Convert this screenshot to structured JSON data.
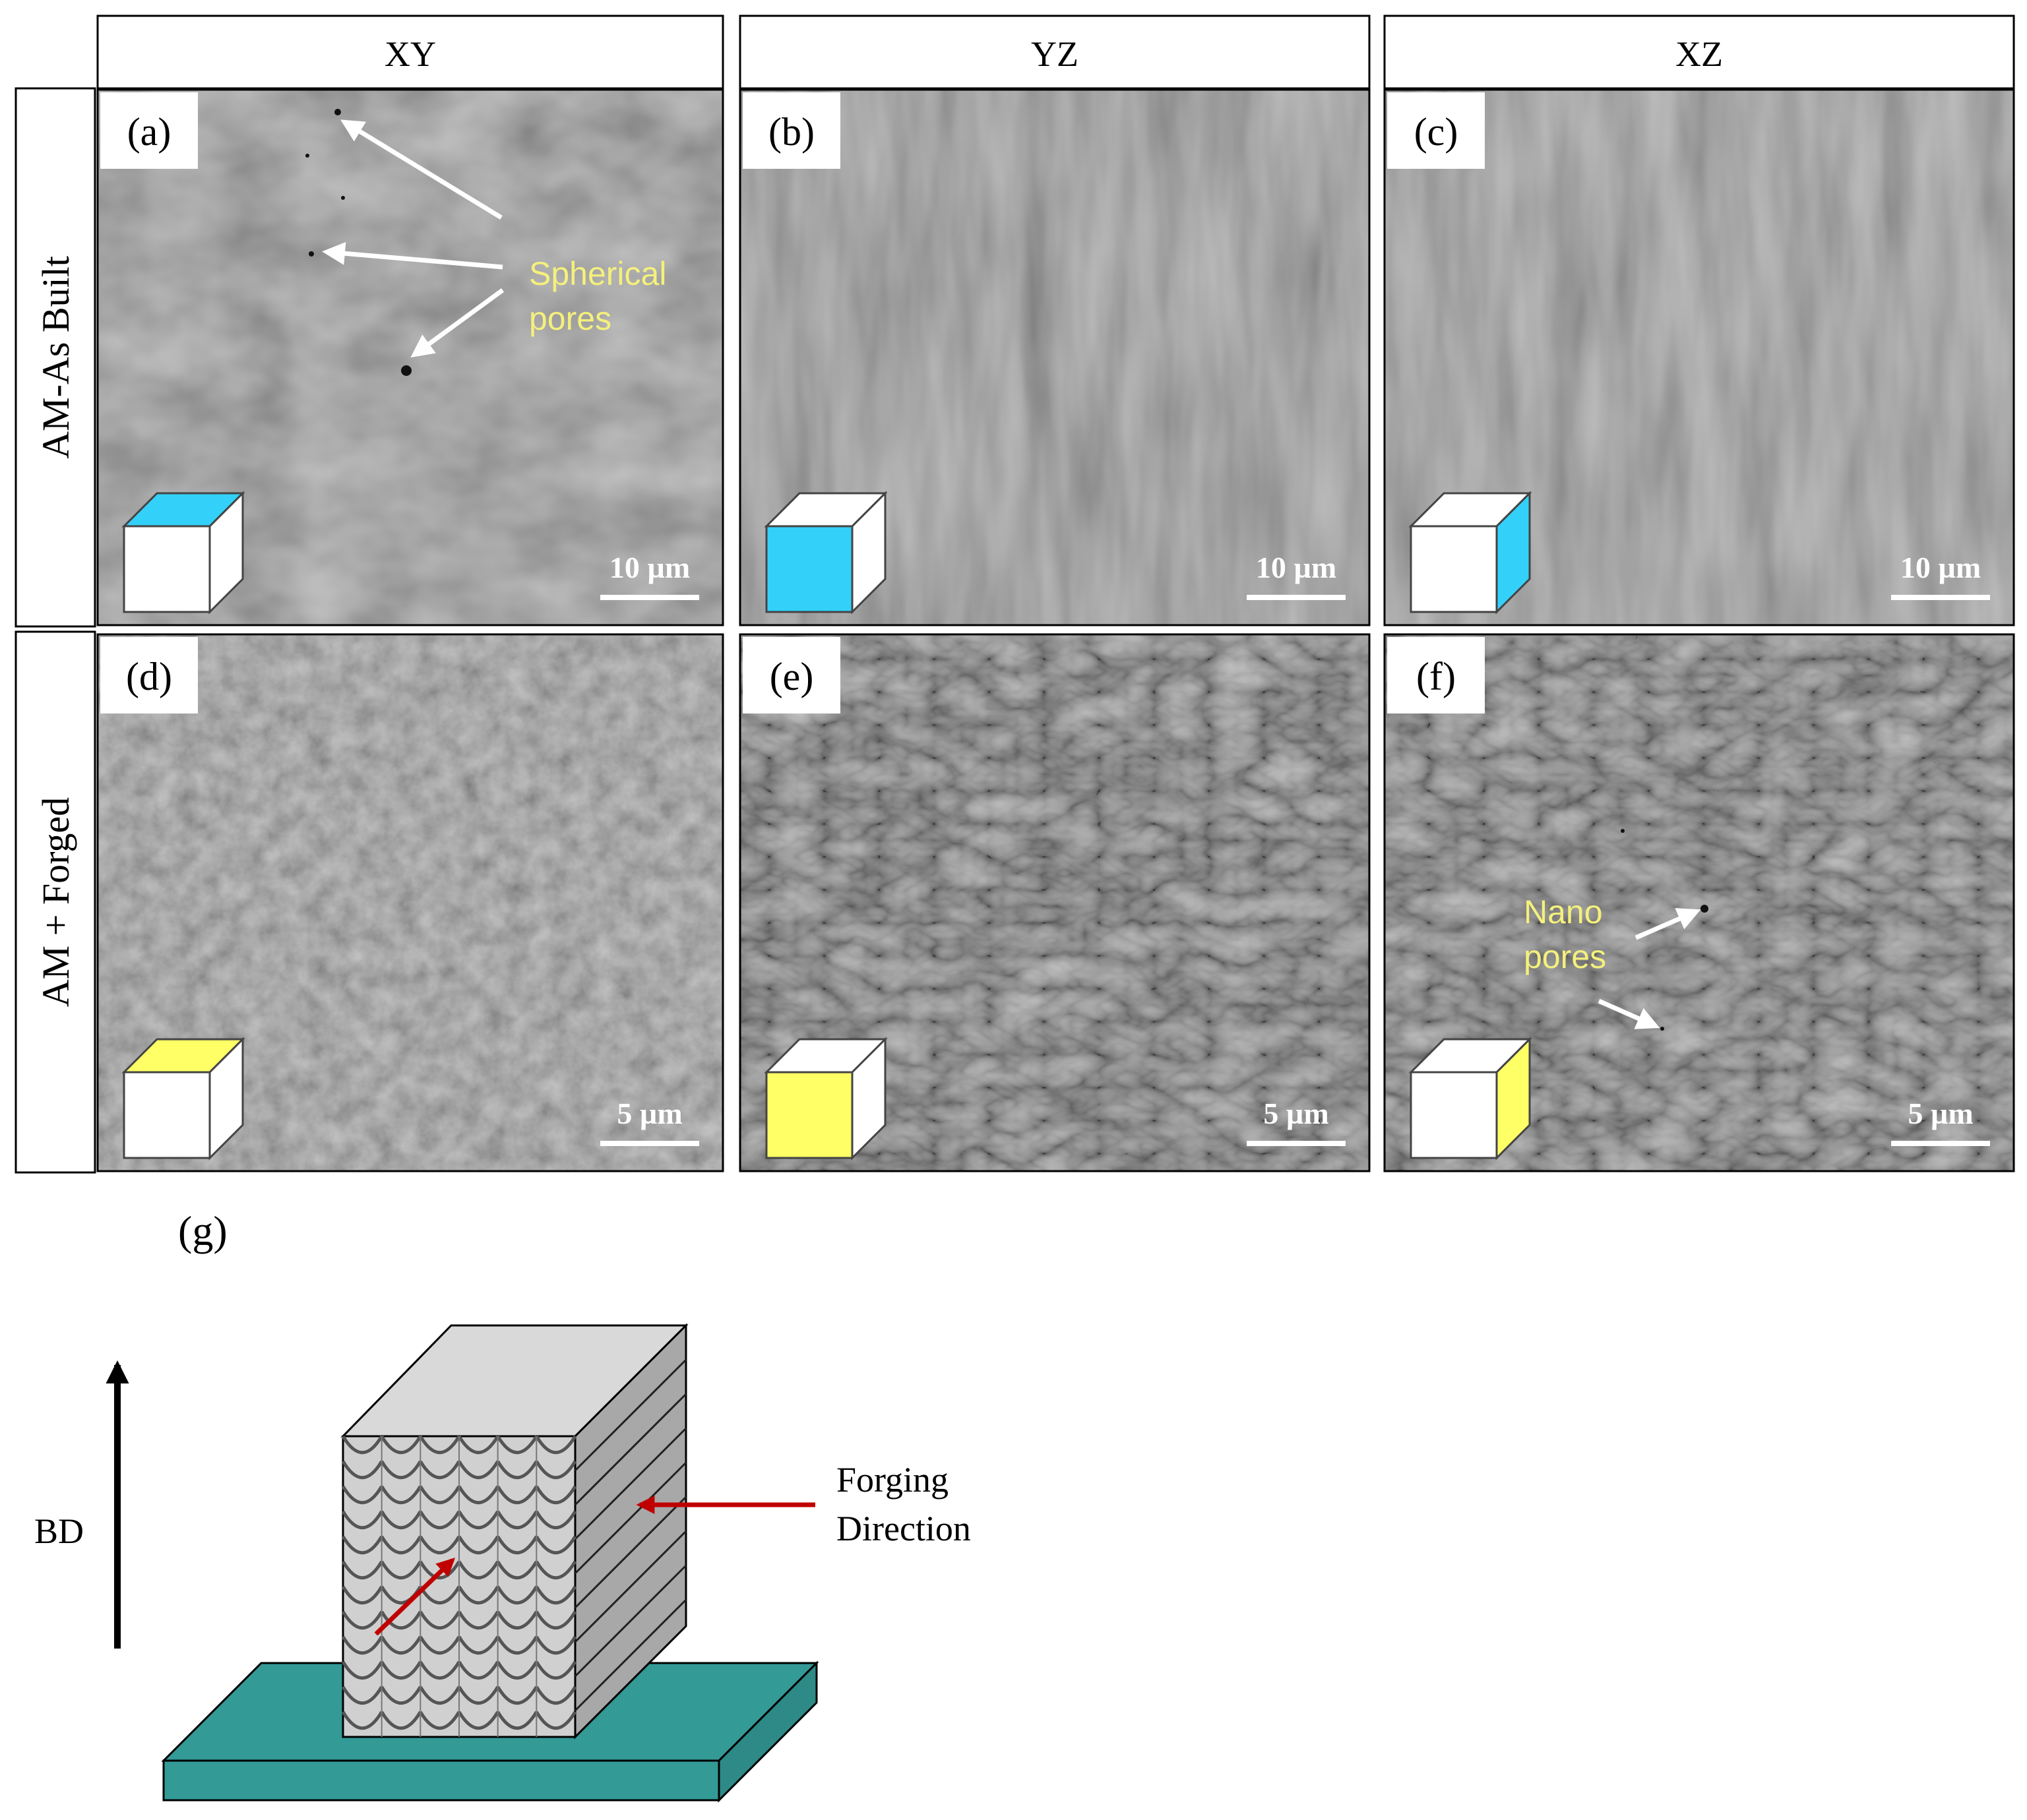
{
  "columns": [
    "XY",
    "YZ",
    "XZ"
  ],
  "rows": [
    "AM-As Built",
    "AM + Forged"
  ],
  "panels": [
    {
      "label": "(a)",
      "scale": "10 µm",
      "cube_face": "top",
      "cube_color": "#33d1fa"
    },
    {
      "label": "(b)",
      "scale": "10 µm",
      "cube_face": "front",
      "cube_color": "#33d1fa"
    },
    {
      "label": "(c)",
      "scale": "10 µm",
      "cube_face": "side",
      "cube_color": "#33d1fa"
    },
    {
      "label": "(d)",
      "scale": "5 µm",
      "cube_face": "top",
      "cube_color": "#ffff66"
    },
    {
      "label": "(e)",
      "scale": "5 µm",
      "cube_face": "front",
      "cube_color": "#ffff66"
    },
    {
      "label": "(f)",
      "scale": "5 µm",
      "cube_face": "side",
      "cube_color": "#ffff66"
    }
  ],
  "annotations": {
    "spherical": [
      "Spherical",
      "pores"
    ],
    "nano": [
      "Nano",
      "pores"
    ]
  },
  "schematic": {
    "label": "(g)",
    "bd": "BD",
    "forging": [
      "Forging",
      "Direction"
    ],
    "plate_color": "#339a96",
    "arrow_color": "#c00000"
  }
}
